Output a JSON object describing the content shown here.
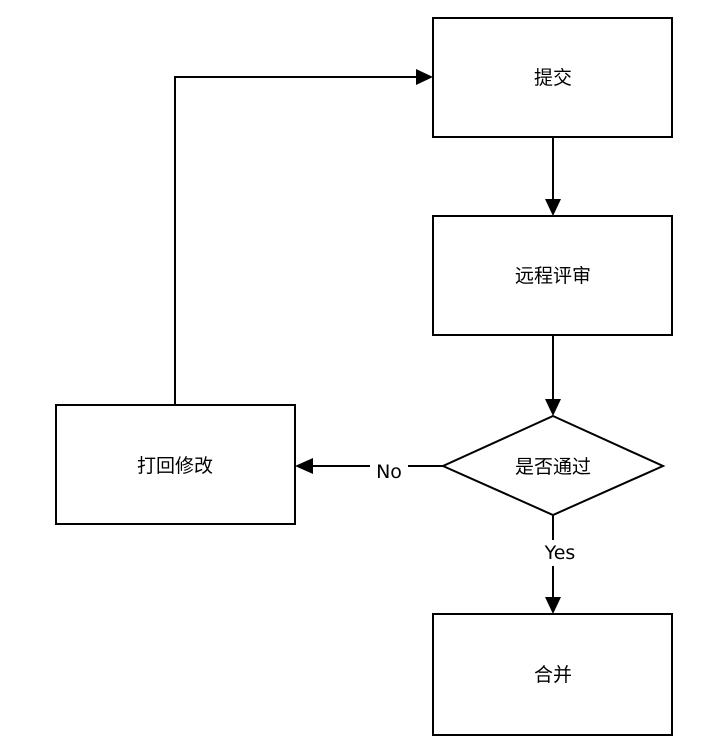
{
  "nodes": {
    "submit": "提交",
    "remote_review": "远程评审",
    "passed": "是否通过",
    "merge": "合并",
    "return_modify": "打回修改"
  },
  "edges": {
    "no": "No",
    "yes": "Yes"
  }
}
